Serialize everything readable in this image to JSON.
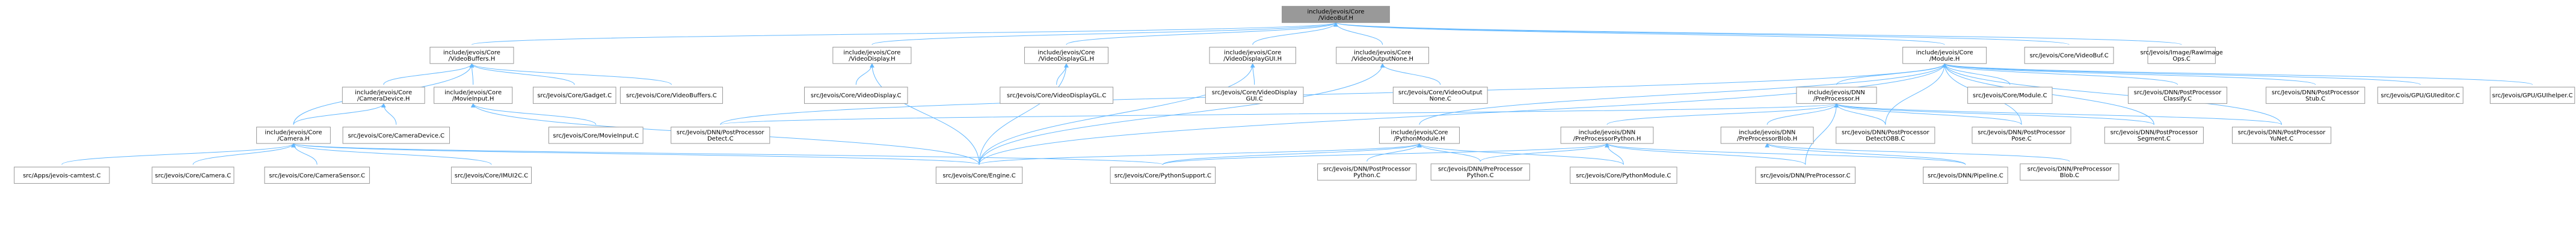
{
  "graph": {
    "edge_color": "#63b8ff",
    "node_border": "#999999",
    "root_fill": "#999999",
    "nodes": [
      {
        "id": "root",
        "lines": [
          "include/jevois/Core",
          "/VideoBuf.H"
        ],
        "root": true
      },
      {
        "id": "vbuffers",
        "lines": [
          "include/jevois/Core",
          "/VideoBuffers.H"
        ]
      },
      {
        "id": "vdisplay",
        "lines": [
          "include/jevois/Core",
          "/VideoDisplay.H"
        ]
      },
      {
        "id": "vdisplaygl",
        "lines": [
          "include/jevois/Core",
          "/VideoDisplayGL.H"
        ]
      },
      {
        "id": "vdisplaygui",
        "lines": [
          "include/jevois/Core",
          "/VideoDisplayGUI.H"
        ]
      },
      {
        "id": "voutnone",
        "lines": [
          "include/jevois/Core",
          "/VideoOutputNone.H"
        ]
      },
      {
        "id": "module",
        "lines": [
          "include/jevois/Core",
          "/Module.H"
        ]
      },
      {
        "id": "videobufc",
        "lines": [
          "src/Jevois/Core/VideoBuf.C"
        ]
      },
      {
        "id": "rawimageops",
        "lines": [
          "src/Jevois/Image/RawImage",
          "Ops.C"
        ]
      },
      {
        "id": "cameradevice",
        "lines": [
          "include/jevois/Core",
          "/CameraDevice.H"
        ]
      },
      {
        "id": "movieinput",
        "lines": [
          "include/jevois/Core",
          "/MovieInput.H"
        ]
      },
      {
        "id": "gadgetc",
        "lines": [
          "src/Jevois/Core/Gadget.C"
        ]
      },
      {
        "id": "videobuffersc",
        "lines": [
          "src/Jevois/Core/VideoBuffers.C"
        ]
      },
      {
        "id": "videodisplayc",
        "lines": [
          "src/Jevois/Core/VideoDisplay.C"
        ]
      },
      {
        "id": "videodisplayglc",
        "lines": [
          "src/Jevois/Core/VideoDisplayGL.C"
        ]
      },
      {
        "id": "videodisplayguic",
        "lines": [
          "src/Jevois/Core/VideoDisplay",
          "GUI.C"
        ]
      },
      {
        "id": "videooutputnonec",
        "lines": [
          "src/Jevois/Core/VideoOutput",
          "None.C"
        ]
      },
      {
        "id": "preprocessorh",
        "lines": [
          "include/jevois/DNN",
          "/PreProcessor.H"
        ]
      },
      {
        "id": "modulec",
        "lines": [
          "src/Jevois/Core/Module.C"
        ]
      },
      {
        "id": "ppclassify",
        "lines": [
          "src/Jevois/DNN/PostProcessor",
          "Classify.C"
        ]
      },
      {
        "id": "ppstub",
        "lines": [
          "src/Jevois/DNN/PostProcessor",
          "Stub.C"
        ]
      },
      {
        "id": "glieditor",
        "lines": [
          "src/Jevois/GPU/GUIeditor.C"
        ]
      },
      {
        "id": "guihelper",
        "lines": [
          "src/Jevois/GPU/GUIhelper.C"
        ]
      },
      {
        "id": "camerah",
        "lines": [
          "include/jevois/Core",
          "/Camera.H"
        ]
      },
      {
        "id": "cameradevicec",
        "lines": [
          "src/Jevois/Core/CameraDevice.C"
        ]
      },
      {
        "id": "movieinputc",
        "lines": [
          "src/Jevois/Core/MovieInput.C"
        ]
      },
      {
        "id": "ppdetect",
        "lines": [
          "src/Jevois/DNN/PostProcessor",
          "Detect.C"
        ]
      },
      {
        "id": "pythonmoduleh",
        "lines": [
          "include/jevois/Core",
          "/PythonModule.H"
        ]
      },
      {
        "id": "prepythonh",
        "lines": [
          "include/jevois/DNN",
          "/PreProcessorPython.H"
        ]
      },
      {
        "id": "preblobh",
        "lines": [
          "include/jevois/DNN",
          "/PreProcessorBlob.H"
        ]
      },
      {
        "id": "ppdetectobb",
        "lines": [
          "src/Jevois/DNN/PostProcessor",
          "DetectOBB.C"
        ]
      },
      {
        "id": "pppose",
        "lines": [
          "src/Jevois/DNN/PostProcessor",
          "Pose.C"
        ]
      },
      {
        "id": "ppsegment",
        "lines": [
          "src/Jevois/DNN/PostProcessor",
          "Segment.C"
        ]
      },
      {
        "id": "ppyunet",
        "lines": [
          "src/Jevois/DNN/PostProcessor",
          "YuNet.C"
        ]
      },
      {
        "id": "camtest",
        "lines": [
          "src/Apps/jevois-camtest.C"
        ]
      },
      {
        "id": "camerac",
        "lines": [
          "src/Jevois/Core/Camera.C"
        ]
      },
      {
        "id": "camerasensorc",
        "lines": [
          "src/Jevois/Core/CameraSensor.C"
        ]
      },
      {
        "id": "imu12cc",
        "lines": [
          "src/Jevois/Core/IMUI2C.C"
        ]
      },
      {
        "id": "enginec",
        "lines": [
          "src/Jevois/Core/Engine.C"
        ]
      },
      {
        "id": "pythonsupportc",
        "lines": [
          "src/Jevois/Core/PythonSupport.C"
        ]
      },
      {
        "id": "pppython",
        "lines": [
          "src/Jevois/DNN/PostProcessor",
          "Python.C"
        ]
      },
      {
        "id": "prepythonc",
        "lines": [
          "src/Jevois/DNN/PreProcessor",
          "Python.C"
        ]
      },
      {
        "id": "pythonmodulec",
        "lines": [
          "src/Jevois/Core/PythonModule.C"
        ]
      },
      {
        "id": "preprocessorc",
        "lines": [
          "src/Jevois/DNN/PreProcessor.C"
        ]
      },
      {
        "id": "pipelinec",
        "lines": [
          "src/Jevois/DNN/Pipeline.C"
        ]
      },
      {
        "id": "preblobc",
        "lines": [
          "src/Jevois/DNN/PreProcessor",
          "Blob.C"
        ]
      }
    ]
  }
}
